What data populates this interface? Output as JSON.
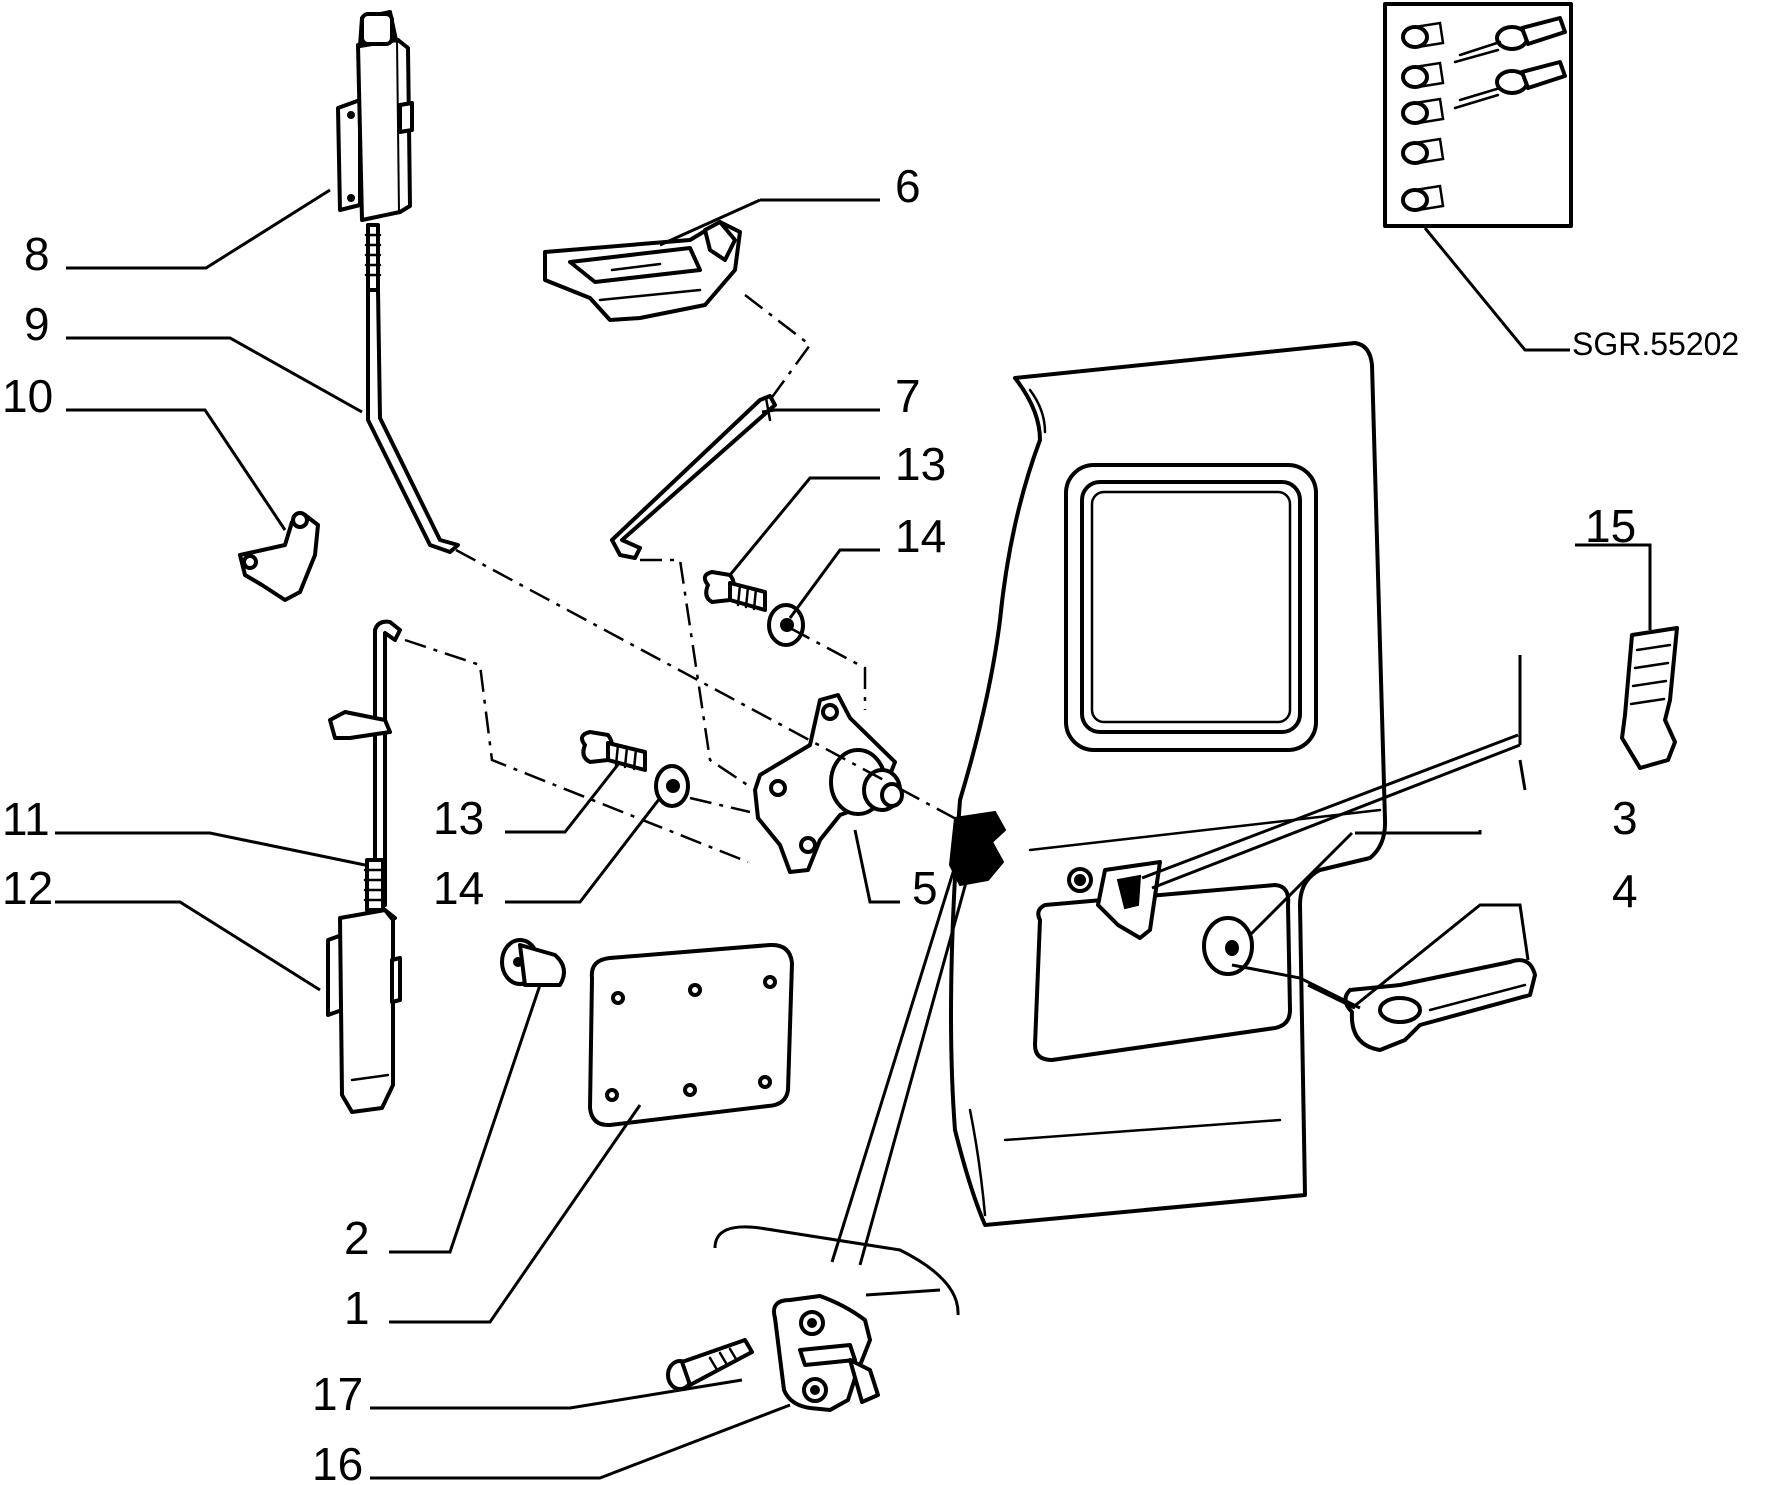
{
  "diagram": {
    "reference_code": "SGR.55202",
    "callouts": [
      {
        "id": "c1",
        "label": "1"
      },
      {
        "id": "c2",
        "label": "2"
      },
      {
        "id": "c3",
        "label": "3"
      },
      {
        "id": "c4",
        "label": "4"
      },
      {
        "id": "c5",
        "label": "5"
      },
      {
        "id": "c6",
        "label": "6"
      },
      {
        "id": "c7",
        "label": "7"
      },
      {
        "id": "c8",
        "label": "8"
      },
      {
        "id": "c9",
        "label": "9"
      },
      {
        "id": "c10",
        "label": "10"
      },
      {
        "id": "c11",
        "label": "11"
      },
      {
        "id": "c12",
        "label": "12"
      },
      {
        "id": "c13a",
        "label": "13"
      },
      {
        "id": "c13b",
        "label": "13"
      },
      {
        "id": "c14a",
        "label": "14"
      },
      {
        "id": "c14b",
        "label": "14"
      },
      {
        "id": "c15",
        "label": "15"
      },
      {
        "id": "c16",
        "label": "16"
      },
      {
        "id": "c17",
        "label": "17"
      }
    ]
  }
}
